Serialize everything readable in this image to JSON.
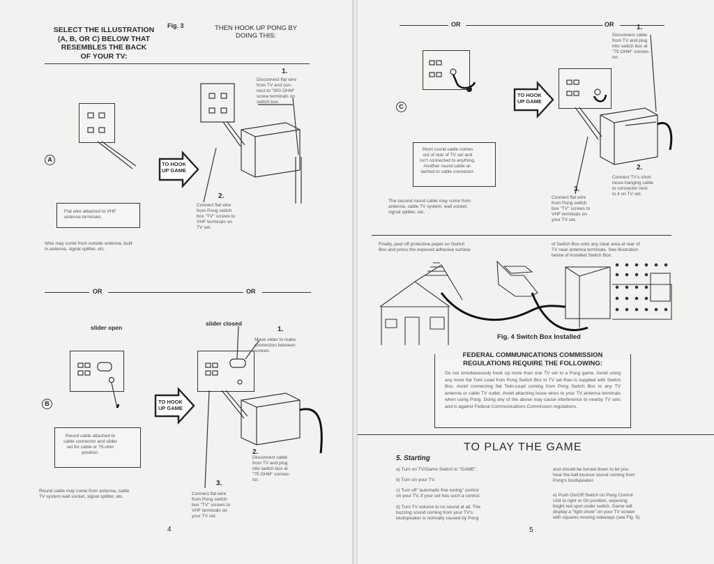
{
  "left_page": {
    "select_title": "SELECT THE ILLUSTRATION\n(A, B, OR C) BELOW THAT\nRESEMBLES THE BACK\nOF YOUR TV:",
    "fig_label": "Fig. 3",
    "hookup_title": "THEN HOOK UP PONG BY\nDOING THIS:",
    "option_a": {
      "marker": "A",
      "step1_number": "1.",
      "step1_text": "Disconnect flat wire\nfrom TV and con-\nnect to \"300 OHM\"\nscrew terminals on\nswitch box.",
      "box_note": "Flat wire attached to VHF\nantenna terminals.",
      "bottom_note": "Wire may come from outside antenna, built-\nin antenna, signal splitter, etc.",
      "step2_number": "2.",
      "step2_text": "Connect flat wire\nfrom Pong switch\nbox \"TV\" screws to\nVHF terminals on\nTV set.",
      "hook_label": "TO HOOK\nUP GAME"
    },
    "or_left": "OR",
    "or_right": "OR",
    "option_b": {
      "marker": "B",
      "slider_open": "slider open",
      "slider_closed": "slider closed",
      "step1_number": "1.",
      "step1_text": "Move slider to make\nconnection between\nscrews.",
      "box_note": "Round cable attached to\ncable connector and slider\nset for cable or 75-ohm\nposition.",
      "bottom_note": "Round cable may come from antenna, cable\nTV system wall socket, signal splitter, etc.",
      "step2_number": "2.",
      "step2_text": "Disconnect cable\nfrom TV and plug\ninto switch box at\n\"75 OHM\" connec-\ntor.",
      "step3_number": "3.",
      "step3_text": "Connect flat wire\nfrom Pong switch\nbox \"TV\" screws to\nVHF terminals on\nyour TV set.",
      "hook_label": "TO HOOK\nUP GAME"
    },
    "page_number": "4"
  },
  "right_page": {
    "or_top_left": "OR",
    "or_top_right": "OR",
    "option_c": {
      "marker": "C",
      "step1_number": "1.",
      "step1_text": "Disconnect cable\nfrom TV and plug\ninto switch box at\n\"75 OHM\" connec-\ntor.",
      "box_note": "Short round cable comes\nout of rear of TV set and\nisn't connected to anything.\nAnother round cable at-\ntached to cable connector.",
      "bottom_note": "The second round cable may come from\nantenna, cable TV system, wall socket,\nsignal splitter, etc.",
      "step2_number": "2.",
      "step2_text": "Connect TV's short\nloose-hanging cable\nto connector next\nto it on TV set.",
      "step3_number": "3.",
      "step3_text": "Connect flat wire\nfrom Pong switch\nbox \"TV\" screws to\nVHF terminals on\nyour TV set.",
      "hook_label": "TO HOOK\nUP GAME"
    },
    "fig4": {
      "instruction_left": "Finally, peel off protective paper on Switch\nBox and press the exposed adhesive surface",
      "instruction_right": "of Switch Box onto any clear area at rear of\nTV near antenna terminals. See illustration\nbelow of installed Switch Box.",
      "caption": "Fig. 4  Switch Box Installed"
    },
    "fcc": {
      "title_line1": "FEDERAL COMMUNICATIONS COMMISSION",
      "title_line2": "REGULATIONS REQUIRE THE FOLLOWING:",
      "body": "Do not simultaneously hook up more than one TV set to a Pong game. Avoid using any more flat Twin Lead from Pong Switch Box to TV set than is supplied with Switch Box. Avoid connecting flat Twin-Lead coming from Pong Switch Box to any TV antenna or cable TV outlet. Avoid attaching loose wires to your TV antenna terminals when using Pong. Doing any of the above may cause interference to nearby TV sets and is against Federal Communications Commission regulations."
    },
    "play_title": "TO PLAY THE GAME",
    "starting": {
      "heading": "5.  Starting",
      "col1": [
        "a)  Turn on TV/Game Switch to \"GAME\".",
        "b)  Turn on your TV.",
        "c)  Turn off \"automatic fine tuning\" control\n     on your TV, if your set has such a control.",
        "d)  Turn TV volume to no sound at all. The\n     buzzing sound coming from your TV's\n     loudspeaker is normally caused by Pong"
      ],
      "col2": [
        "and should be turned down to let you\nhear the ball bounce sound coming from\nPong's loudspeaker.",
        "e)  Push On/Off Switch on Pong Control\n     Unit to right or On position, exposing\n     bright red spot under switch. Game will\n     display a \"light show\" on your TV screen\n     with squares moving sideways (see Fig. 5)."
      ]
    },
    "page_number": "5"
  }
}
